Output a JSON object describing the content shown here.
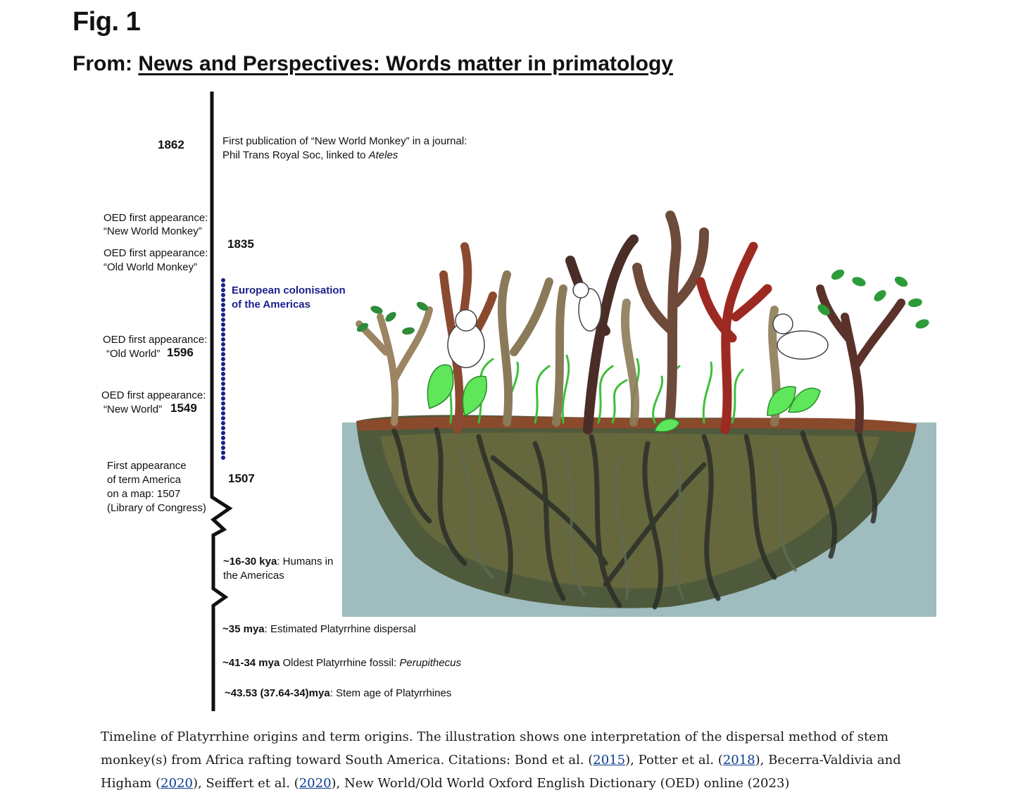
{
  "header": {
    "fig_label": "Fig. 1",
    "from_prefix": "From: ",
    "article_title": "News and Perspectives: Words matter in primatology"
  },
  "timeline": {
    "year_1862": "1862",
    "event_1862_line1": "First publication of “New World Monkey” in a journal:",
    "event_1862_line2_prefix": "Phil Trans Royal Soc, linked to ",
    "event_1862_line2_taxon": "Ateles",
    "oed_nwm_line1": "OED first appearance:",
    "oed_nwm_line2": "“New World Monkey”",
    "oed_owm_line1": "OED first appearance:",
    "oed_owm_line2": "“Old World Monkey”",
    "year_1835": "1835",
    "colonisation_line1": "European colonisation",
    "colonisation_line2": "of the Americas",
    "oed_ow_line1": "OED first appearance:",
    "oed_ow_line2": "“Old World”",
    "year_1596": "1596",
    "oed_nw_line1": "OED first appearance:",
    "oed_nw_line2": "“New World”",
    "year_1549": "1549",
    "map_line1": "First appearance",
    "map_line2": "of term America",
    "map_line3": "on a map: 1507",
    "map_line4": "(Library of Congress)",
    "year_1507": "1507",
    "humans_bold": "~16-30 kya",
    "humans_rest1": ": Humans in",
    "humans_rest2": "the Americas",
    "dispersal_bold": "~35 mya",
    "dispersal_rest": ": Estimated Platyrrhine dispersal",
    "fossil_bold": "~41-34 mya",
    "fossil_rest": " Oldest Platyrrhine fossil: ",
    "fossil_taxon": "Perupithecus",
    "stem_bold": "~43.53 (37.64-34)mya",
    "stem_rest": ": Stem age of Platyrrhines"
  },
  "caption": {
    "text1": "Timeline of Platyrrhine origins and term origins. The illustration shows one interpretation of the dispersal method of stem monkey(s) from Africa rafting toward South America. Citations: Bond et al. (",
    "link1": "2015",
    "text2": "), Potter et al. (",
    "link2": "2018",
    "text3": "), Becerra-Valdivia and Higham (",
    "link3": "2020",
    "text4": "), Seiffert et al. (",
    "link4": "2020",
    "text5": "), New World/Old World Oxford English Dictionary (OED) online (2023)"
  },
  "colors": {
    "water": "#9fbcbf",
    "colonisation_dots": "#1a1f8c",
    "link": "#0b3d91"
  }
}
